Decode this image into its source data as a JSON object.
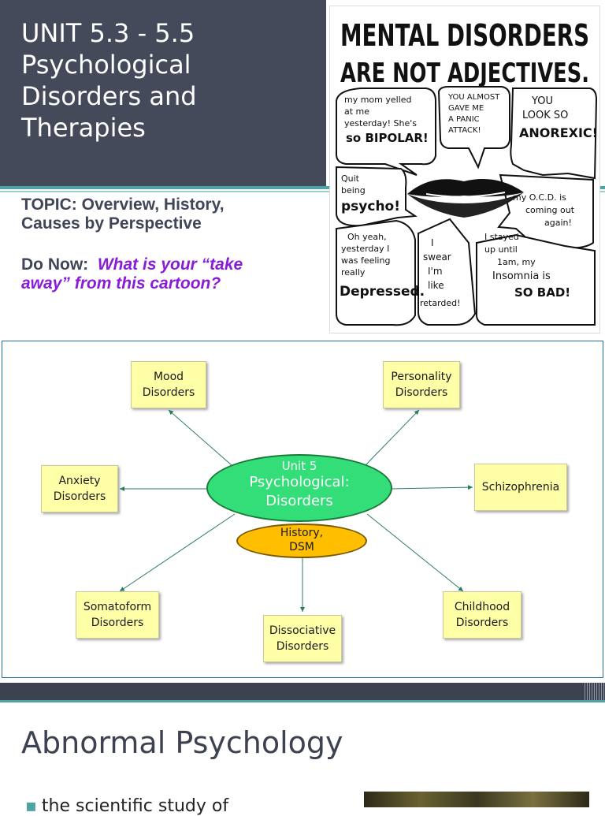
{
  "slide1": {
    "title_lines": [
      "UNIT  5.3  - 5.5",
      "Psychological",
      "Disorders and",
      "Therapies"
    ],
    "topic_lines": [
      "TOPIC:  Overview, History,",
      "Causes by Perspective"
    ],
    "donow_label": "Do Now:",
    "donow_question_lines": [
      "What is your “take",
      "away” from this cartoon?"
    ],
    "cartoon": {
      "header_lines": [
        "MENTAL DISORDERS",
        "ARE NOT ADJECTIVES."
      ],
      "bubbles": [
        "my mom yelled at me yesterday! She's so BIPOLAR!",
        "YOU ALMOST GAVE ME A PANIC ATTACK!",
        "YOU LOOK SO ANOREXIC!",
        "Quit being psycho!",
        "my O.C.D. is coming out again!",
        "Oh yeah, yesterday I was feeling really Depressed.",
        "I swear I'm like retarded!",
        "I stayed up until 1am, my Insomnia is SO BAD!"
      ]
    }
  },
  "diagram": {
    "center_small": "Unit 5",
    "center_big": [
      "Psychological:",
      "Disorders"
    ],
    "sub": [
      "History,",
      "DSM"
    ],
    "boxes": {
      "mood": [
        "Mood",
        "Disorders"
      ],
      "personality": [
        "Personality",
        "Disorders"
      ],
      "anxiety": [
        "Anxiety",
        "Disorders"
      ],
      "schizophrenia": [
        "Schizophrenia"
      ],
      "somatoform": [
        "Somatoform",
        "Disorders"
      ],
      "dissociative": [
        "Dissociative",
        "Disorders"
      ],
      "childhood": [
        "Childhood",
        "Disorders"
      ]
    }
  },
  "slide3": {
    "title": "Abnormal Psychology",
    "bullet": "the scientific study of"
  },
  "colors": {
    "title_band": "#444a5a",
    "teal_accent": "#4fa3a5",
    "question_purple": "#8a1bd6",
    "center_green": "#33dd77",
    "sub_orange": "#ffbf00",
    "box_yellow": "#ffffa8"
  }
}
